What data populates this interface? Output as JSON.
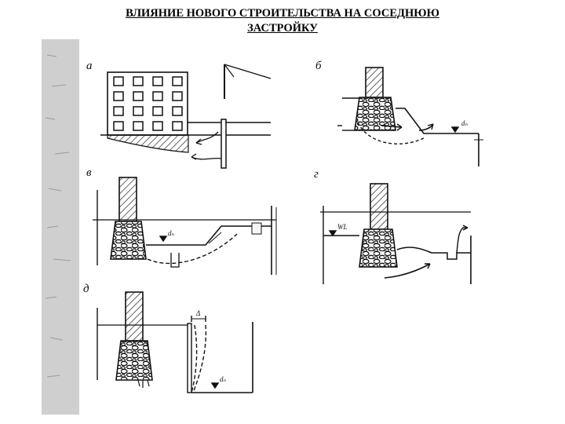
{
  "title": {
    "line1": "ВЛИЯНИЕ НОВОГО СТРОИТЕЛЬСТВА НА СОСЕДНЮЮ",
    "line2": "ЗАСТРОЙКУ"
  },
  "panels": [
    {
      "letter": "а"
    },
    {
      "letter": "б",
      "level_mark": "dₙ"
    },
    {
      "letter": "в",
      "level_mark": "dₙ"
    },
    {
      "letter": "г",
      "level_mark": "WL"
    },
    {
      "letter": "д",
      "level_mark": "dₙ",
      "offset_mark": "Δ"
    }
  ],
  "colors": {
    "ink": "#111111",
    "scan_strip": "#cfcfcf",
    "wall_fill": "#f4f4f4",
    "water": "#f7f7f7"
  }
}
